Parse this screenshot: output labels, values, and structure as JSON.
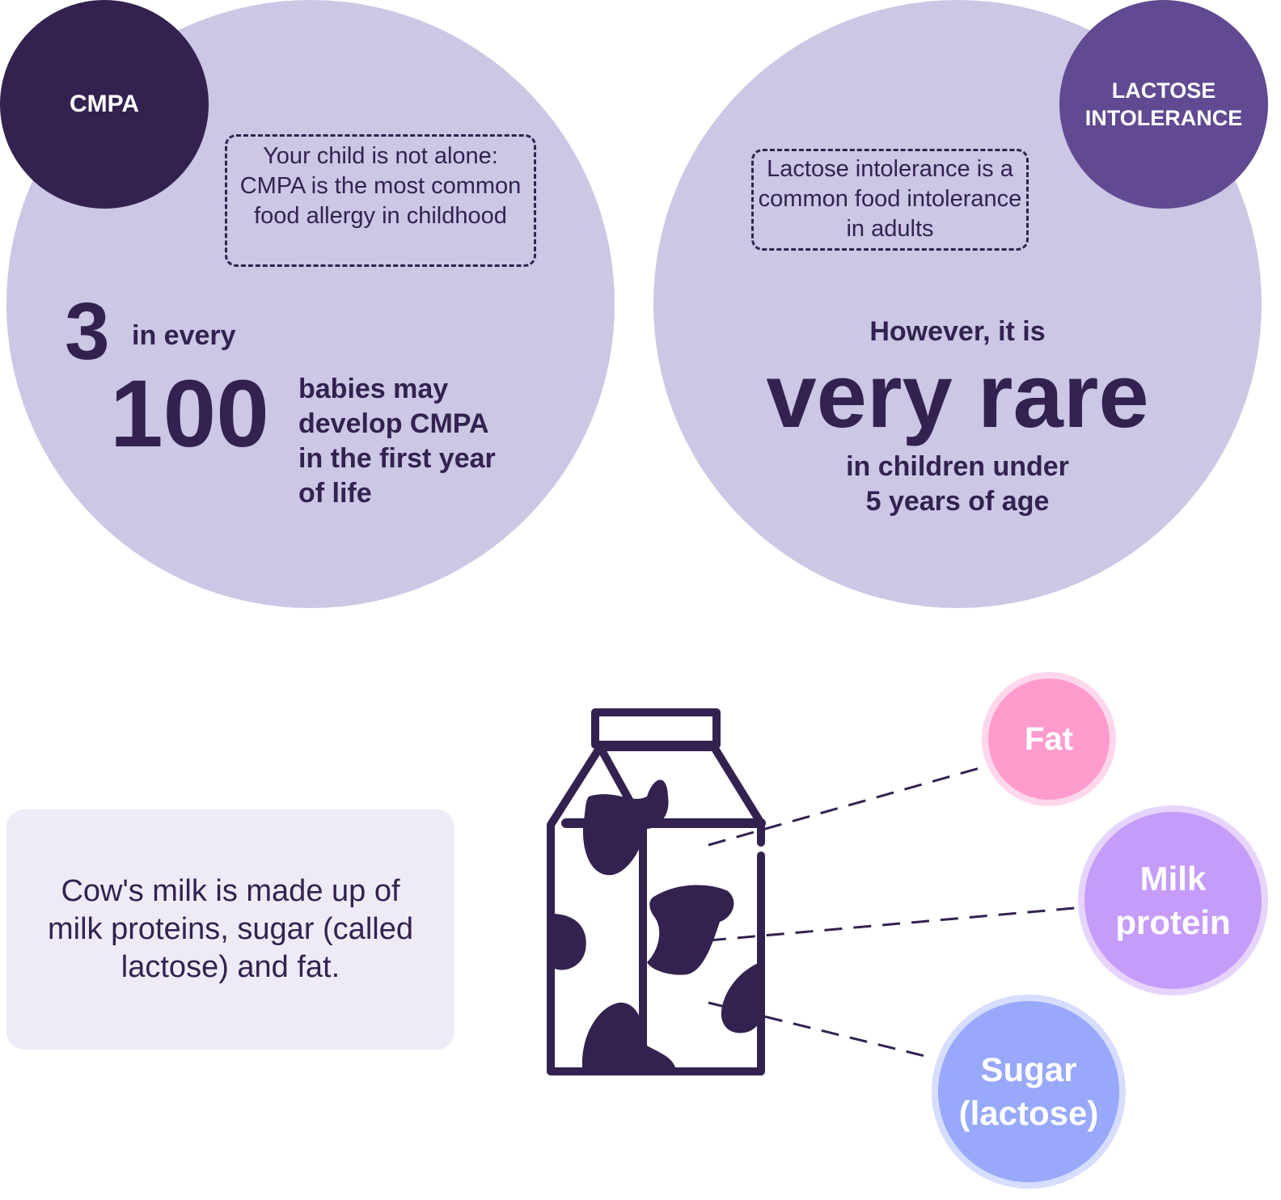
{
  "cmpa": {
    "badge": "CMPA",
    "note": "Your child is not alone: CMPA is the most common food allergy in childhood",
    "stat_small_number": "3",
    "stat_in_every": "in every",
    "stat_big_number": "100",
    "stat_description": "babies may develop CMPA in the first year of life"
  },
  "lactose": {
    "badge_line1": "LACTOSE",
    "badge_line2": "INTOLERANCE",
    "note": "Lactose intolerance is a common food intolerance in adults",
    "however": "However, it is",
    "very_rare": "very rare",
    "children_line1": "in children under",
    "children_line2": "5 years of age"
  },
  "milk": {
    "description": "Cow's milk is made up of milk proteins, sugar (called lactose) and fat.",
    "components": {
      "fat": "Fat",
      "protein_line1": "Milk",
      "protein_line2": "protein",
      "sugar_line1": "Sugar",
      "sugar_line2": "(lactose)"
    }
  },
  "colors": {
    "dark_purple": "#33224f",
    "light_lavender": "#cbc7e5",
    "badge_lactose": "#614a91",
    "panel_bg": "#eeebf7",
    "fat_pink": "#ff9ccd",
    "protein_violet": "#c59cf9",
    "sugar_blue": "#98a8fb"
  },
  "icons": [
    "milk-carton-icon"
  ]
}
